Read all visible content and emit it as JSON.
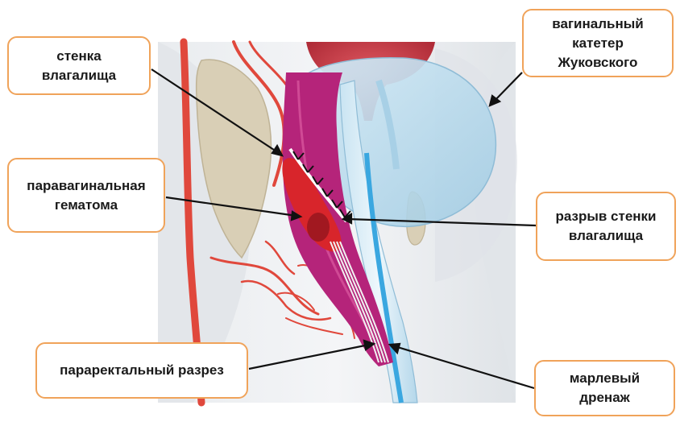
{
  "labels": {
    "vaginal_wall": "стенка\nвлагалища",
    "paravaginal_hematoma": "паравагинальная\nгематома",
    "pararectal_incision": "параректальный разрез",
    "zhukovsky_catheter": "вагинальный\nкатетер\nЖуковского",
    "wall_rupture": "разрыв стенки\nвлагалища",
    "gauze_drain": "марлевый\nдренаж"
  },
  "colors": {
    "box_border": "#f0a35a",
    "artery": "#e0483c",
    "vaginal_wall": "#b5247a",
    "hematoma": "#d8252b",
    "bone": "#d9cfb6",
    "catheter_balloon": "#bcdcee",
    "drain_tube": "#3aa7e0",
    "uterus": "#c23a45",
    "arrow": "#111111"
  }
}
